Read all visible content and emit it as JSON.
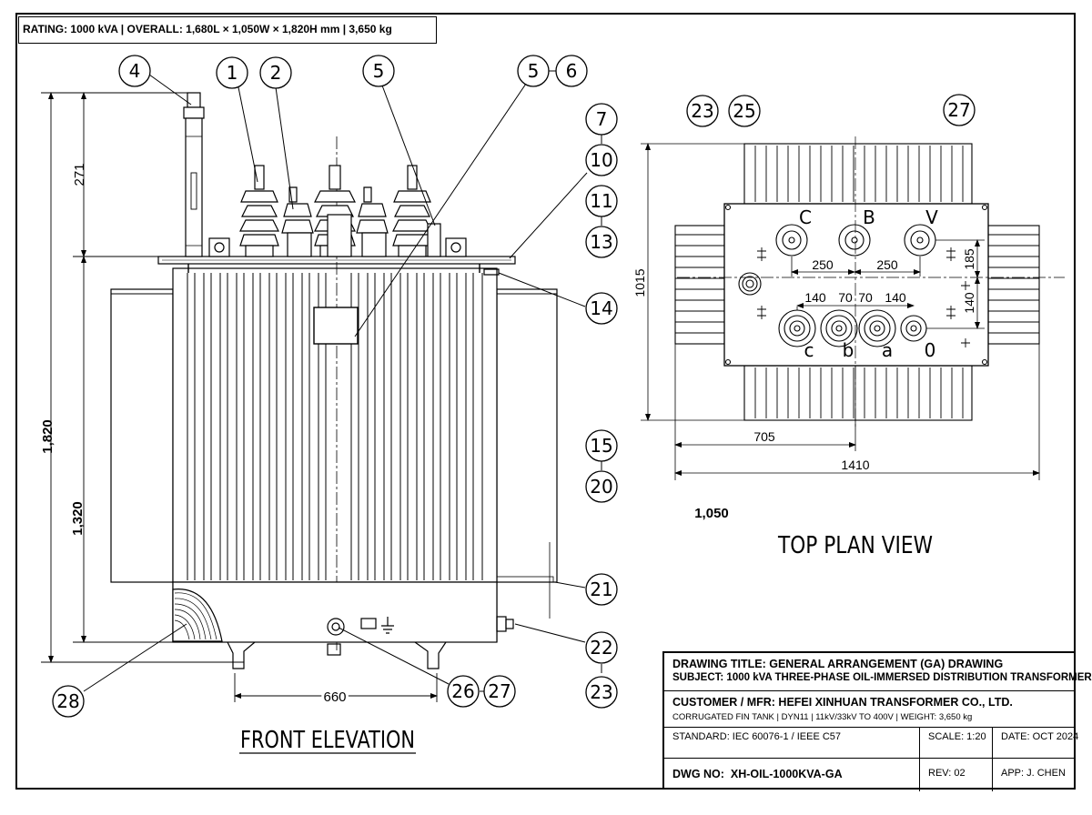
{
  "rating_box": "RATING: 1000 kVA | OVERALL: 1,680L × 1,050W × 1,820H mm | 3,650 kg",
  "front_elevation": {
    "title": "FRONT ELEVATION",
    "dim_overall_height": "1,820",
    "dim_tank_height": "1,320",
    "dim_top": "271",
    "dim_base": "660"
  },
  "top_plan": {
    "title": "TOP PLAN VIEW",
    "dim_height": "1015",
    "dim_half": "705",
    "dim_full": "1410",
    "dim_hv_spacing_1": "250",
    "dim_hv_spacing_2": "250",
    "dim_185": "185",
    "dim_140_v": "140",
    "dim_lv_1": "140",
    "dim_lv_2": "70",
    "dim_lv_3": "70",
    "dim_lv_4": "140",
    "hv_labels": [
      "C",
      "B",
      "V"
    ],
    "lv_labels": [
      "c",
      "b",
      "a",
      "0"
    ],
    "dim_width": "1,050"
  },
  "balloons": {
    "b4": "4",
    "b1": "1",
    "b2": "2",
    "b5a": "5",
    "b5b": "5",
    "b6": "6",
    "b7": "7",
    "b10": "10",
    "b11": "11",
    "b13": "13",
    "b14": "14",
    "b15": "15",
    "b20": "20",
    "b21": "21",
    "b22": "22",
    "b23": "23",
    "b26": "26",
    "b27": "27",
    "b28": "28",
    "t23": "23",
    "t25": "25",
    "t27": "27"
  },
  "title_block": {
    "drawing_title": "DRAWING TITLE: GENERAL ARRANGEMENT (GA) DRAWING",
    "subject": "SUBJECT: 1000 kVA THREE-PHASE OIL-IMMERSED DISTRIBUTION TRANSFORMER",
    "customer": "CUSTOMER / MFR: HEFEI XINHUAN TRANSFORMER CO., LTD.",
    "spec": "CORRUGATED FIN TANK | DYN11 | 11kV/33kV TO 400V | WEIGHT: 3,650 kg",
    "standard": "STANDARD: IEC 60076-1 / IEEE C57",
    "scale": "SCALE: 1:20",
    "date": "DATE: OCT 2024",
    "dwg_label": "DWG NO:",
    "dwg_no": "XH-OIL-1000KVA-GA",
    "rev": "REV: 02",
    "approved": "APP: J. CHEN"
  }
}
